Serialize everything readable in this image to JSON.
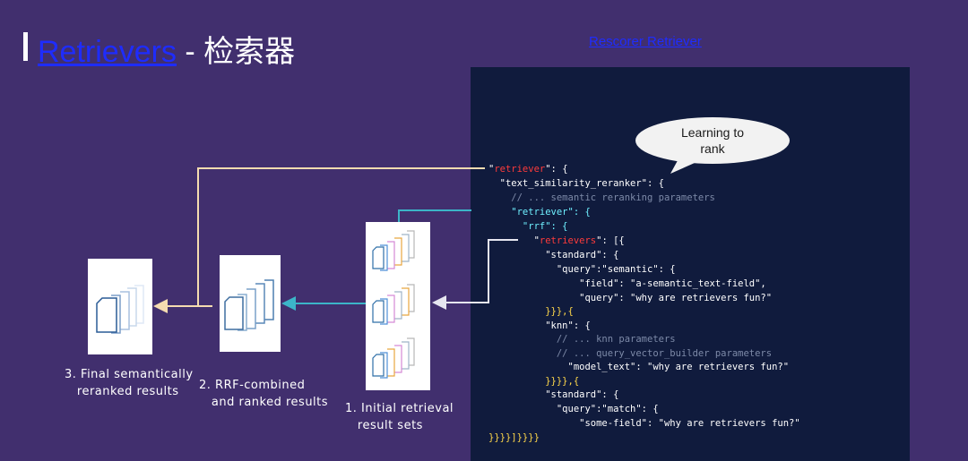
{
  "title": {
    "link_text": "Retrievers",
    "rest": " - 检索器"
  },
  "top_link": "Rescorer Retriever",
  "bubble": {
    "line1": "Learning to",
    "line2": "rank"
  },
  "code_lines": [
    [
      {
        "t": "\"",
        "c": ""
      },
      {
        "t": "retriever",
        "c": "k-red"
      },
      {
        "t": "\": {",
        "c": ""
      }
    ],
    [
      {
        "t": "  \"text_similarity_reranker\": {",
        "c": ""
      }
    ],
    [
      {
        "t": "    // ... semantic reranking parameters",
        "c": "k-grey"
      }
    ],
    [
      {
        "t": "    \"retriever\": {",
        "c": "k-cyan"
      }
    ],
    [
      {
        "t": "      \"rrf\": {",
        "c": "k-cyan"
      }
    ],
    [
      {
        "t": "        \"",
        "c": ""
      },
      {
        "t": "retrievers",
        "c": "k-red"
      },
      {
        "t": "\": [{",
        "c": ""
      }
    ],
    [
      {
        "t": "          \"standard\": {",
        "c": ""
      }
    ],
    [
      {
        "t": "            \"query\":\"semantic\": {",
        "c": ""
      }
    ],
    [
      {
        "t": "                \"field\": \"a-semantic_text-field\",",
        "c": ""
      }
    ],
    [
      {
        "t": "                \"query\": \"why are retrievers fun?\"",
        "c": ""
      }
    ],
    [
      {
        "t": "          }}},{",
        "c": "k-yellow"
      }
    ],
    [
      {
        "t": "          \"knn\": {",
        "c": ""
      }
    ],
    [
      {
        "t": "            // ... knn parameters",
        "c": "k-grey"
      }
    ],
    [
      {
        "t": "            // ... query_vector_builder parameters",
        "c": "k-grey"
      }
    ],
    [
      {
        "t": "              \"model_text\": \"why are retrievers fun?\"",
        "c": ""
      }
    ],
    [
      {
        "t": "          }}}},{",
        "c": "k-yellow"
      }
    ],
    [
      {
        "t": "          \"standard\": {",
        "c": ""
      }
    ],
    [
      {
        "t": "            \"query\":\"match\": {",
        "c": ""
      }
    ],
    [
      {
        "t": "                \"some-field\": \"why are retrievers fun?\"",
        "c": ""
      }
    ],
    [
      {
        "t": "}}}}]}}}}",
        "c": "k-yellow"
      }
    ]
  ],
  "captions": {
    "final": [
      "3. Final semantically",
      "   reranked results"
    ],
    "rrf": [
      "2. RRF-combined",
      "   and ranked results"
    ],
    "initial": [
      "1. Initial retrieval",
      "   result sets"
    ]
  },
  "colors": {
    "background": "#412f6e",
    "code_panel": "#101b3d",
    "arrow_cream": "#f5dcb0",
    "arrow_teal": "#3cb5c8",
    "arrow_white": "#e6e6f0"
  }
}
